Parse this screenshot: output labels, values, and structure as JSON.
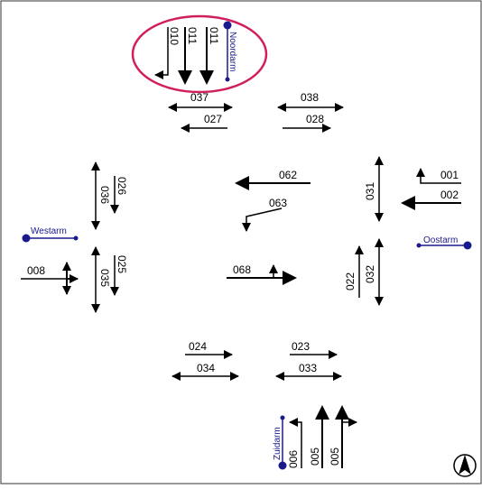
{
  "arms": {
    "noord": "Noordarm",
    "west": "Westarm",
    "oost": "Oostarm",
    "zuid": "Zuidarm"
  },
  "signals": {
    "s010": "010",
    "s011a": "011",
    "s011b": "011",
    "s037": "037",
    "s027": "027",
    "s038": "038",
    "s028": "028",
    "s062": "062",
    "s063": "063",
    "s001": "001",
    "s002": "002",
    "s031": "031",
    "s036": "036",
    "s026": "026",
    "s008": "008",
    "s035": "035",
    "s025": "025",
    "s068": "068",
    "s022": "022",
    "s032": "032",
    "s024": "024",
    "s034": "034",
    "s023": "023",
    "s033": "033",
    "s006": "006",
    "s005a": "005",
    "s005b": "005"
  },
  "colors": {
    "frame": "#333333",
    "arrow": "#000000",
    "arm": "#1a1a8c",
    "highlight": "#d01f5c"
  },
  "icons": {
    "north_compass": "north-arrow-icon"
  }
}
